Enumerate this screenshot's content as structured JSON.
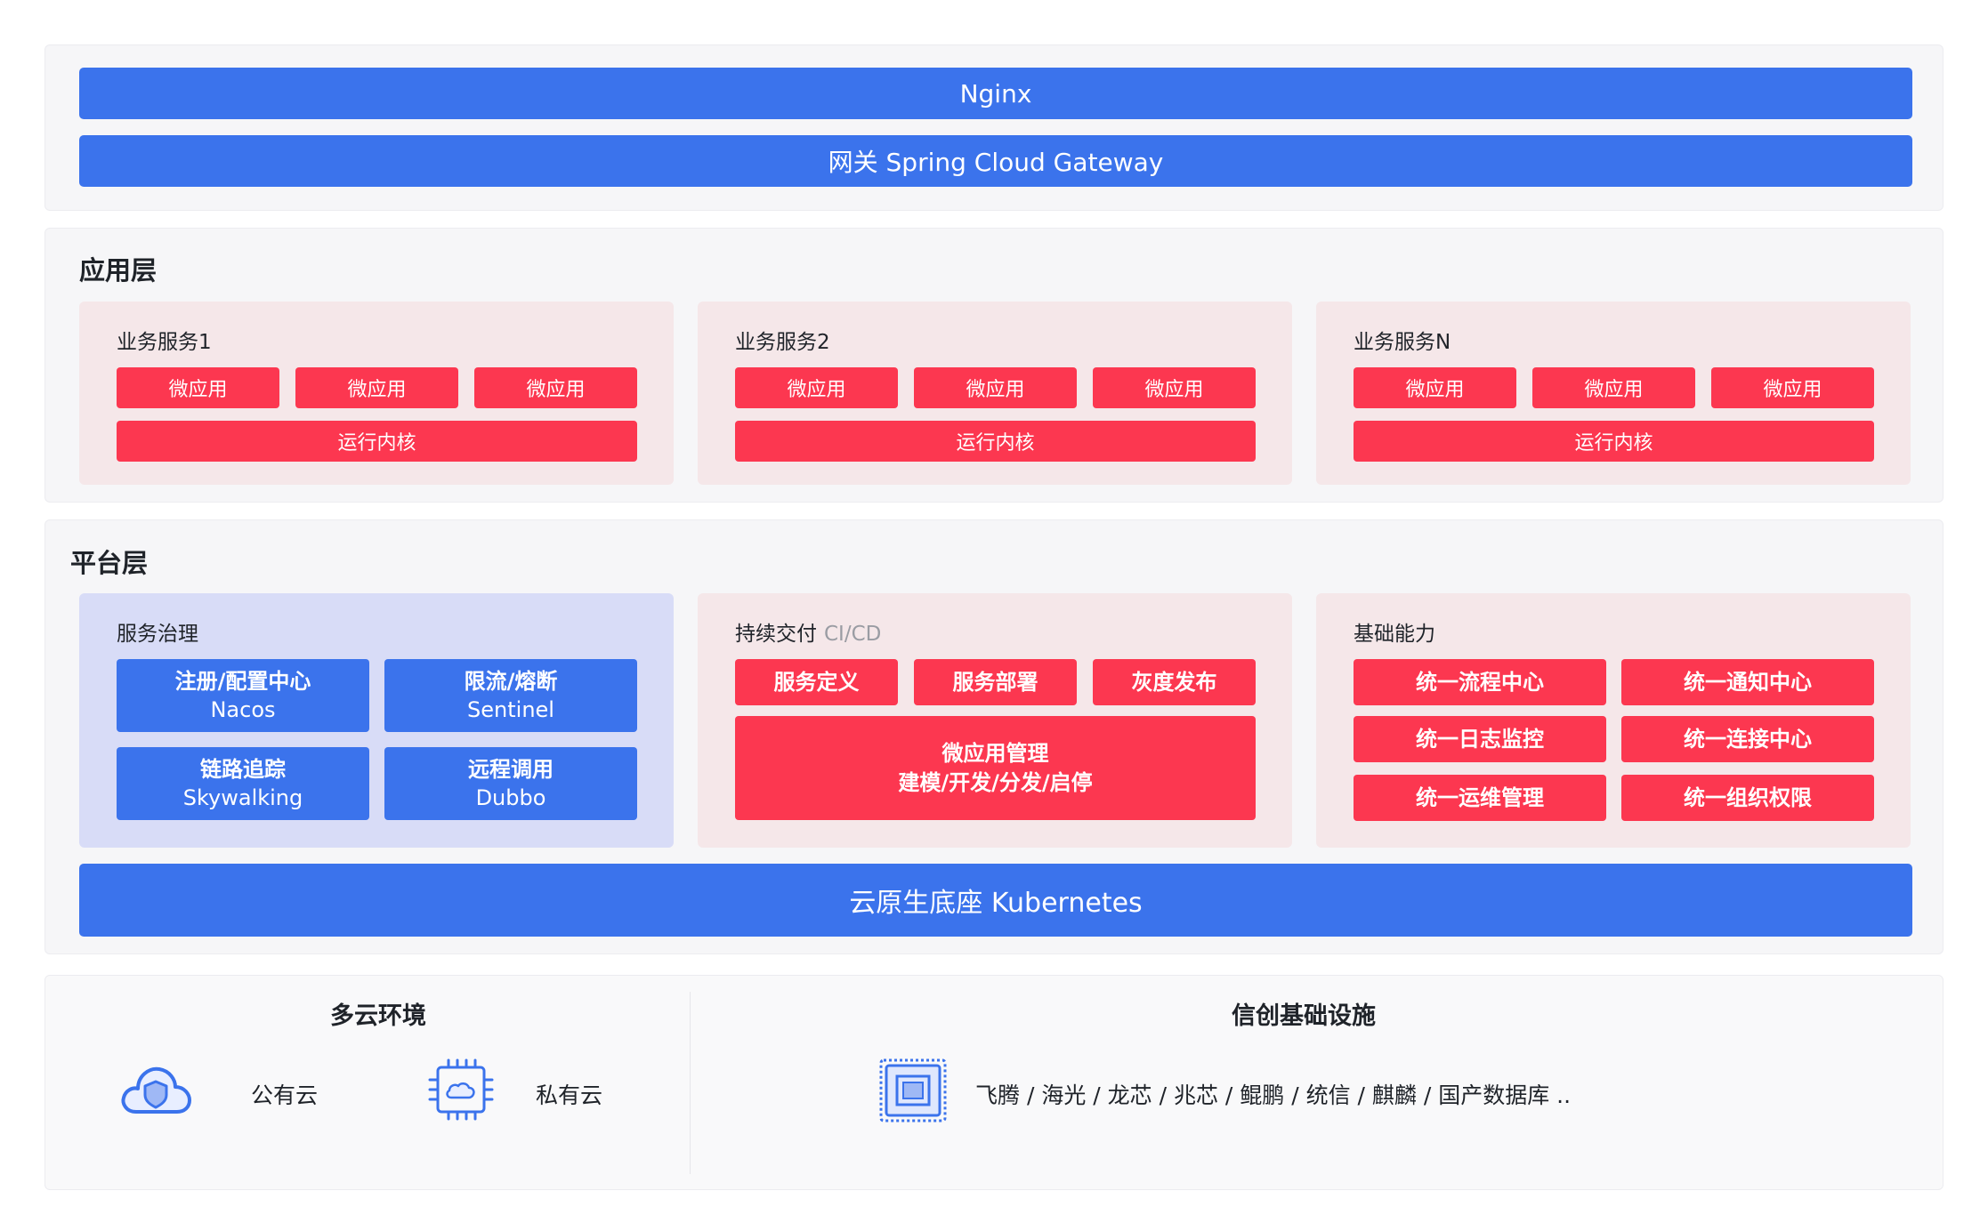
{
  "gateway": {
    "nginx": "Nginx",
    "gateway": "网关 Spring Cloud Gateway"
  },
  "app_layer": {
    "title": "应用层",
    "services": [
      {
        "name": "业务服务1",
        "micro": [
          "微应用",
          "微应用",
          "微应用"
        ],
        "kernel": "运行内核"
      },
      {
        "name": "业务服务2",
        "micro": [
          "微应用",
          "微应用",
          "微应用"
        ],
        "kernel": "运行内核"
      },
      {
        "name": "业务服务N",
        "micro": [
          "微应用",
          "微应用",
          "微应用"
        ],
        "kernel": "运行内核"
      }
    ]
  },
  "platform_layer": {
    "title": "平台层",
    "governance": {
      "title": "服务治理",
      "tiles": [
        {
          "line1": "注册/配置中心",
          "line2": "Nacos"
        },
        {
          "line1": "限流/熔断",
          "line2": "Sentinel"
        },
        {
          "line1": "链路追踪",
          "line2": "Skywalking"
        },
        {
          "line1": "远程调用",
          "line2": "Dubbo"
        }
      ]
    },
    "delivery": {
      "title": "持续交付",
      "subtitle": "CI/CD",
      "items": [
        "服务定义",
        "服务部署",
        "灰度发布"
      ],
      "mgmt_line1": "微应用管理",
      "mgmt_line2": "建模/开发/分发/启停"
    },
    "basic": {
      "title": "基础能力",
      "items": [
        "统一流程中心",
        "统一通知中心",
        "统一日志监控",
        "统一连接中心",
        "统一运维管理",
        "统一组织权限"
      ]
    },
    "k8s": "云原生底座 Kubernetes"
  },
  "infra": {
    "multicloud": {
      "title": "多云环境",
      "public": "公有云",
      "private": "私有云",
      "public_icon": "cloud-shield-icon",
      "private_icon": "chip-cloud-icon"
    },
    "xinchuang": {
      "title": "信创基础设施",
      "list": "飞腾 / 海光 / 龙芯 / 兆芯 / 鲲鹏 / 统信 / 麒麟 / 国产数据库 ..",
      "icon": "processor-icon"
    }
  },
  "colors": {
    "blue": "#3b73ec",
    "red": "#fc3750",
    "panel": "#f6f6f8",
    "pink": "#f5e7e9",
    "lavender": "#d8dcf7"
  }
}
